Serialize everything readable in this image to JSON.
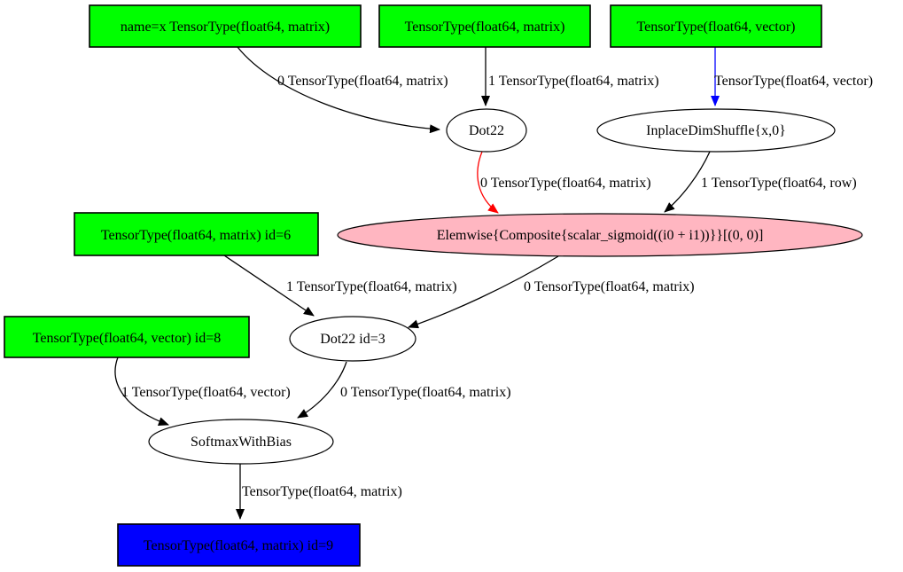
{
  "diagram": {
    "kind": "theano-computation-graph",
    "colors": {
      "input_fill": "#00ff00",
      "output_fill": "#0000ff",
      "apply_fill": "#ffffff",
      "elemwise_fill": "#ffb6c1",
      "edge_black": "#000000",
      "edge_red": "#ff0000",
      "edge_blue": "#0000ff"
    },
    "nodes": {
      "input_x": {
        "label": "name=x TensorType(float64, matrix)"
      },
      "input_w": {
        "label": "TensorType(float64, matrix)"
      },
      "input_b": {
        "label": "TensorType(float64, vector)"
      },
      "dot22": {
        "label": "Dot22"
      },
      "dimshuffle": {
        "label": "InplaceDimShuffle{x,0}"
      },
      "elemwise": {
        "label": "Elemwise{Composite{scalar_sigmoid((i0 + i1))}}[(0, 0)]"
      },
      "input_id6": {
        "label": "TensorType(float64, matrix) id=6"
      },
      "input_id8": {
        "label": "TensorType(float64, vector) id=8"
      },
      "dot22_id3": {
        "label": "Dot22 id=3"
      },
      "softmax": {
        "label": "SoftmaxWithBias"
      },
      "output_id9": {
        "label": "TensorType(float64, matrix) id=9"
      }
    },
    "edges": {
      "x_to_dot22": {
        "label": "0 TensorType(float64, matrix)",
        "color": "#000000"
      },
      "w_to_dot22": {
        "label": "1 TensorType(float64, matrix)",
        "color": "#000000"
      },
      "b_to_dimshuffle": {
        "label": "TensorType(float64, vector)",
        "color": "#0000ff"
      },
      "dot22_to_elemwise": {
        "label": "0 TensorType(float64, matrix)",
        "color": "#ff0000"
      },
      "dimshuffle_to_elemwise": {
        "label": "1 TensorType(float64, row)",
        "color": "#000000"
      },
      "id6_to_dot3": {
        "label": "1 TensorType(float64, matrix)",
        "color": "#000000"
      },
      "elemwise_to_dot3": {
        "label": "0 TensorType(float64, matrix)",
        "color": "#000000"
      },
      "id8_to_softmax": {
        "label": "1 TensorType(float64, vector)",
        "color": "#000000"
      },
      "dot3_to_softmax": {
        "label": "0 TensorType(float64, matrix)",
        "color": "#000000"
      },
      "softmax_to_output": {
        "label": "TensorType(float64, matrix)",
        "color": "#000000"
      }
    }
  }
}
